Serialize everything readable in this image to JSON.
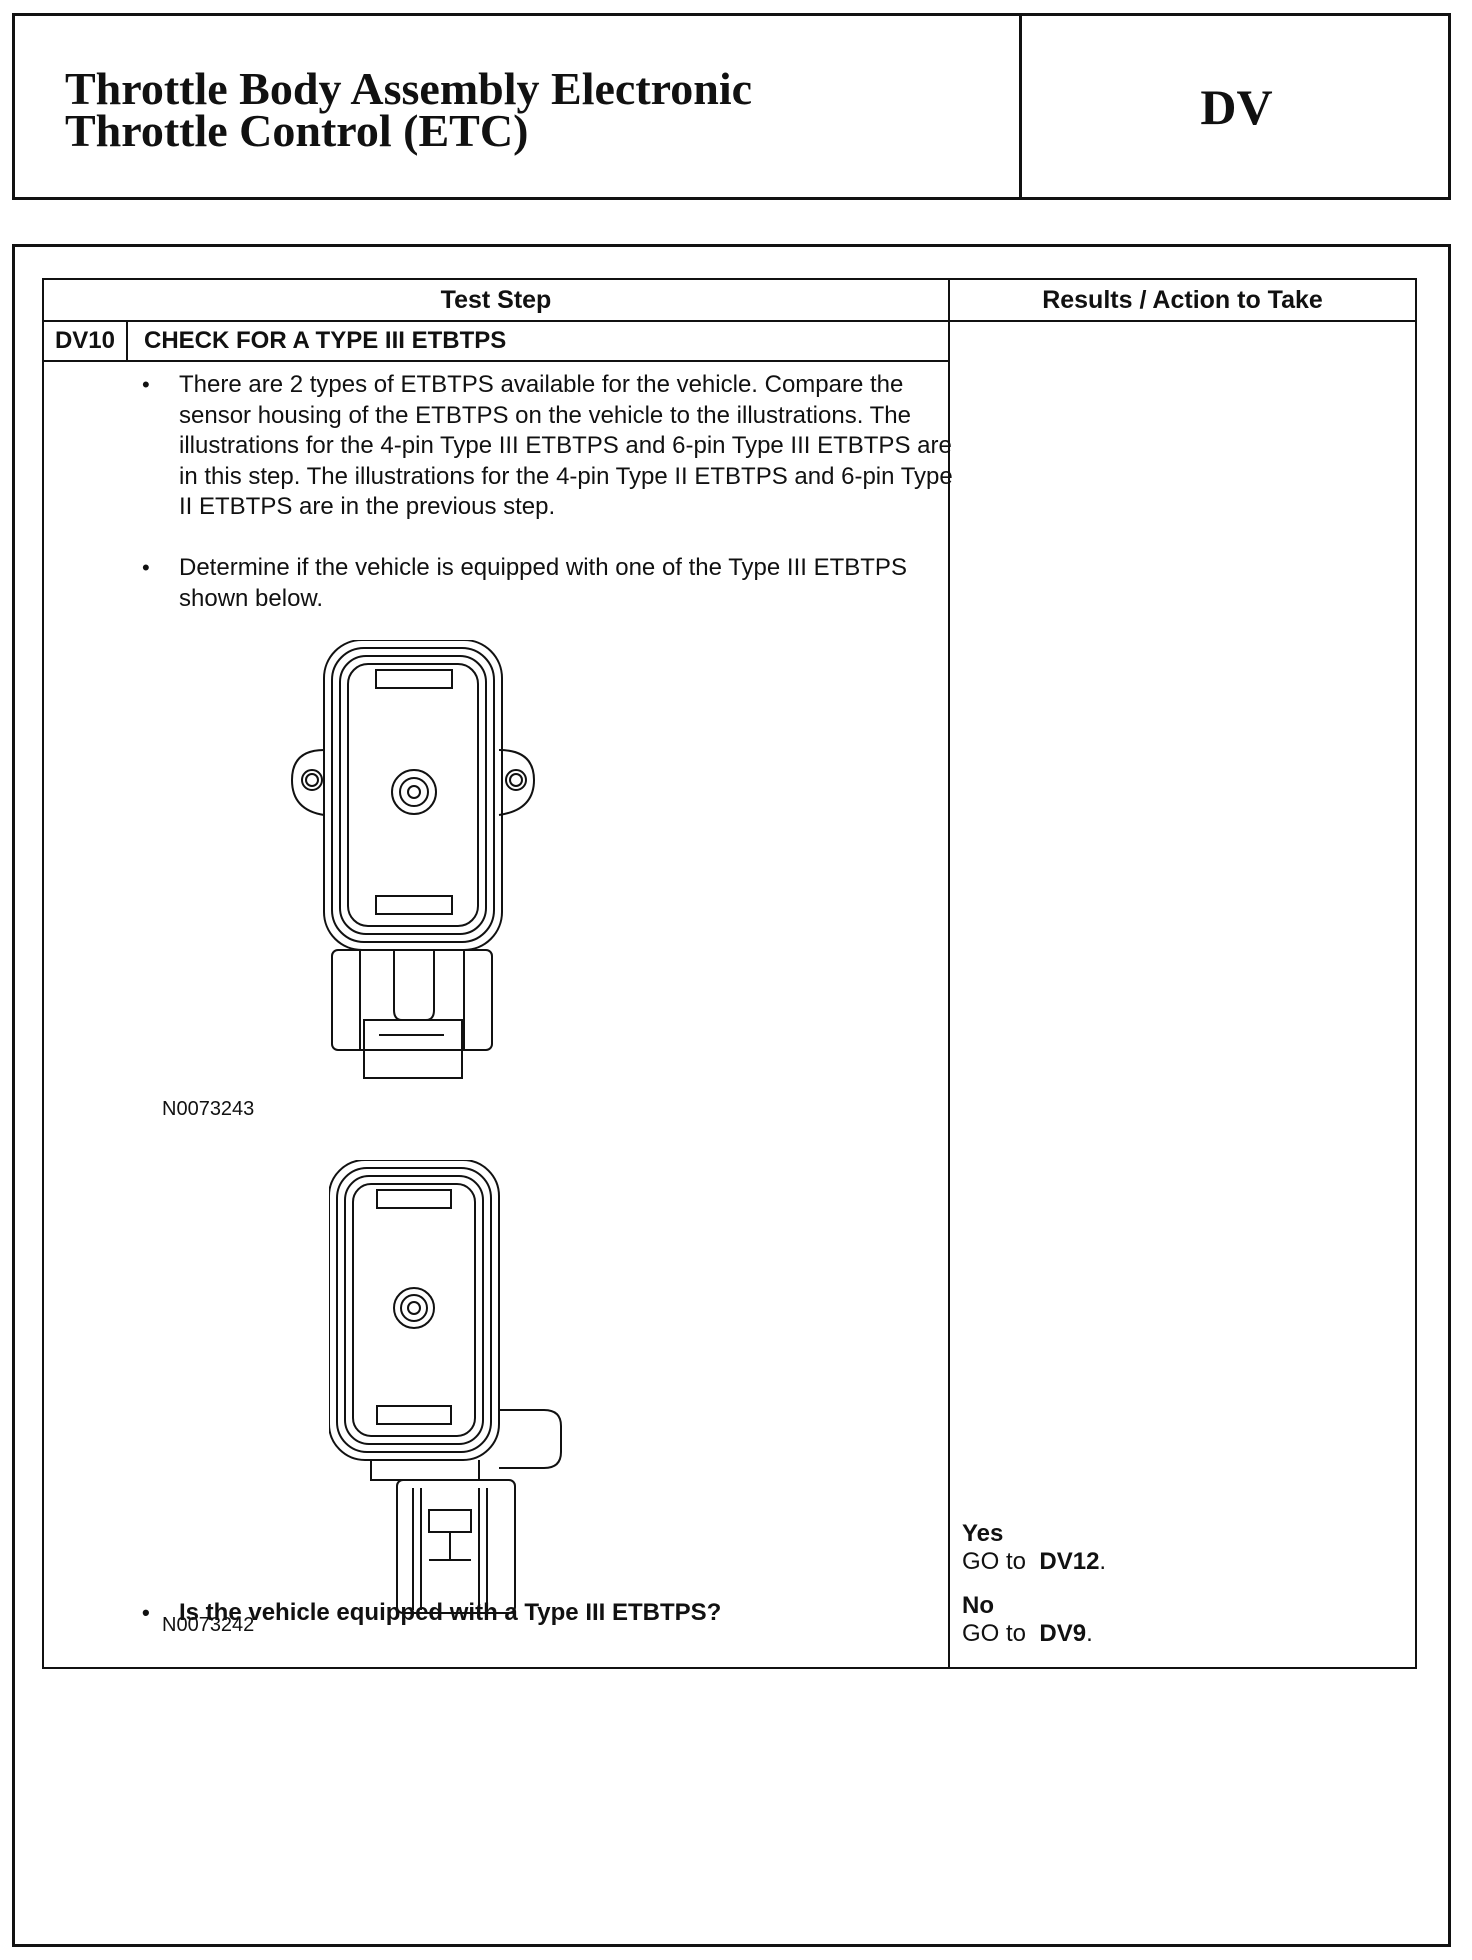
{
  "header": {
    "title_line1": "Throttle Body Assembly Electronic",
    "title_line2": "Throttle Control (ETC)",
    "section_code": "DV"
  },
  "table": {
    "col_test_step": "Test Step",
    "col_results": "Results / Action to Take",
    "step_id": "DV10",
    "step_title": "CHECK FOR A TYPE III ETBTPS",
    "bullets": [
      "There are 2 types of ETBTPS available for the vehicle. Compare the sensor housing of the ETBTPS on the vehicle to the illustrations. The illustrations for the 4-pin Type III ETBTPS and 6-pin Type III ETBTPS are in this step. The illustrations for the 4-pin Type II ETBTPS and 6-pin Type II ETBTPS are in the previous step.",
      "Determine if the vehicle is equipped with one of the Type III ETBTPS shown below.",
      "Is the vehicle equipped with a Type III ETBTPS?"
    ],
    "bullet_glyph": "•",
    "figures": [
      {
        "id": "N0073243",
        "icon": "4-pin-type-iii-etbtps-illustration"
      },
      {
        "id": "N0073242",
        "icon": "6-pin-type-iii-etbtps-illustration"
      }
    ],
    "results": {
      "yes_label": "Yes",
      "yes_action": "GO to",
      "yes_target": "DV12",
      "yes_end": ".",
      "no_label": "No",
      "no_action": "GO to",
      "no_target": "DV9",
      "no_end": "."
    }
  }
}
